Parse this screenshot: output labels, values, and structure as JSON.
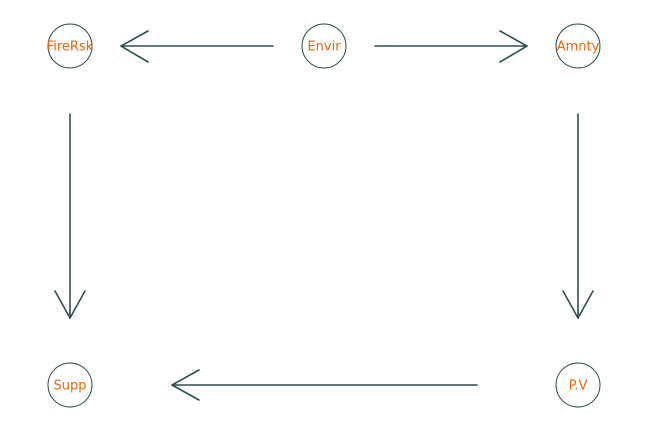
{
  "diagram": {
    "colors": {
      "node_stroke": "#2f4f4f",
      "label": "#e8680e",
      "edge": "#2f4f4f",
      "background": "#ffffff"
    },
    "nodes": [
      {
        "id": "firersk",
        "label": "FireRsk"
      },
      {
        "id": "envir",
        "label": "Envir"
      },
      {
        "id": "amnty",
        "label": "Amnty"
      },
      {
        "id": "supp",
        "label": "Supp"
      },
      {
        "id": "pv",
        "label": "P.V"
      }
    ],
    "edges": [
      {
        "from": "envir",
        "to": "firersk"
      },
      {
        "from": "envir",
        "to": "amnty"
      },
      {
        "from": "firersk",
        "to": "supp"
      },
      {
        "from": "amnty",
        "to": "pv"
      },
      {
        "from": "pv",
        "to": "supp"
      }
    ]
  }
}
